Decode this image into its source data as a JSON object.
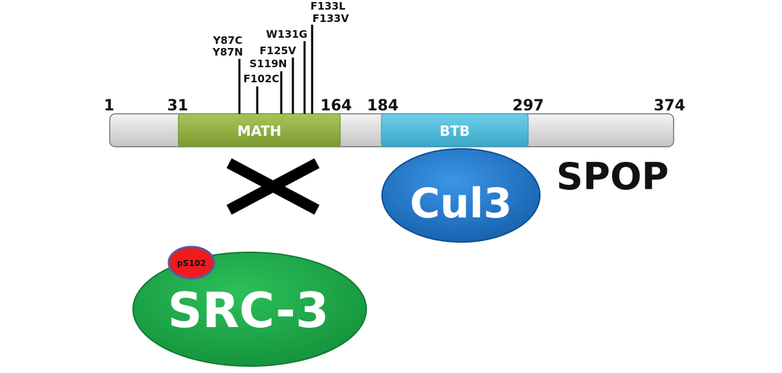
{
  "protein": {
    "name": "SPOP",
    "length": 374,
    "positions": [
      "1",
      "31",
      "164",
      "184",
      "297",
      "374"
    ],
    "colors": {
      "backbone": "#dcdcdc",
      "outline": "#555555"
    }
  },
  "domains": [
    {
      "id": "math",
      "label": "MATH",
      "start": 31,
      "end": 164,
      "color": "#8fae3e"
    },
    {
      "id": "btb",
      "label": "BTB",
      "start": 184,
      "end": 297,
      "color": "#4fb8d6"
    }
  ],
  "mutations": [
    {
      "id": "y87",
      "position": 87,
      "labels": [
        "Y87C",
        "Y87N"
      ]
    },
    {
      "id": "f102",
      "position": 102,
      "labels": [
        "F102C"
      ]
    },
    {
      "id": "s119",
      "position": 119,
      "labels": [
        "S119N"
      ]
    },
    {
      "id": "f125",
      "position": 125,
      "labels": [
        "F125V"
      ]
    },
    {
      "id": "w131",
      "position": 131,
      "labels": [
        "W131G"
      ]
    },
    {
      "id": "f133",
      "position": 133,
      "labels": [
        "F133L",
        "F133V"
      ]
    }
  ],
  "partners": {
    "cul3": {
      "label": "Cul3",
      "color": "#1a73c9"
    },
    "src3": {
      "label": "SRC-3",
      "color": "#1faa4a"
    },
    "phospho": {
      "label": "pS102",
      "color": "#ee1c1c",
      "outline": "#5a5aa0"
    }
  },
  "cross": {
    "meaning": "no-interaction-marker",
    "color": "#000000"
  }
}
